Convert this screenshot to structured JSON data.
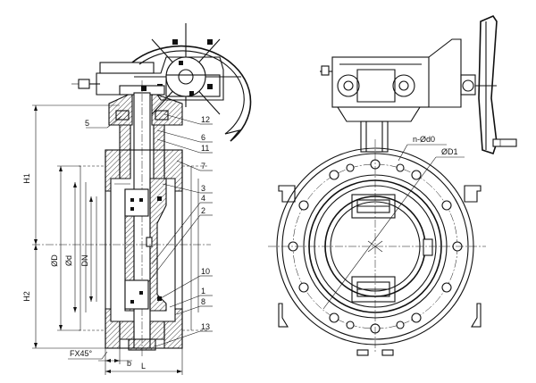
{
  "part_labels": [
    {
      "id": "p5",
      "text": "5"
    },
    {
      "id": "p12",
      "text": "12"
    },
    {
      "id": "p6",
      "text": "6"
    },
    {
      "id": "p11",
      "text": "11"
    },
    {
      "id": "p7",
      "text": "7"
    },
    {
      "id": "p3",
      "text": "3"
    },
    {
      "id": "p4",
      "text": "4"
    },
    {
      "id": "p2",
      "text": "2"
    },
    {
      "id": "p10",
      "text": "10"
    },
    {
      "id": "p1",
      "text": "1"
    },
    {
      "id": "p8",
      "text": "8"
    },
    {
      "id": "p13",
      "text": "13"
    }
  ],
  "dimensions": {
    "h1": "H1",
    "h2": "H2",
    "od": "ØD",
    "od_small": "Ød",
    "dn": "DN",
    "chamfer": "FX45°",
    "b": "b",
    "l": "L",
    "bolt_holes": "n-Ød0",
    "bolt_circle": "ØD1"
  }
}
